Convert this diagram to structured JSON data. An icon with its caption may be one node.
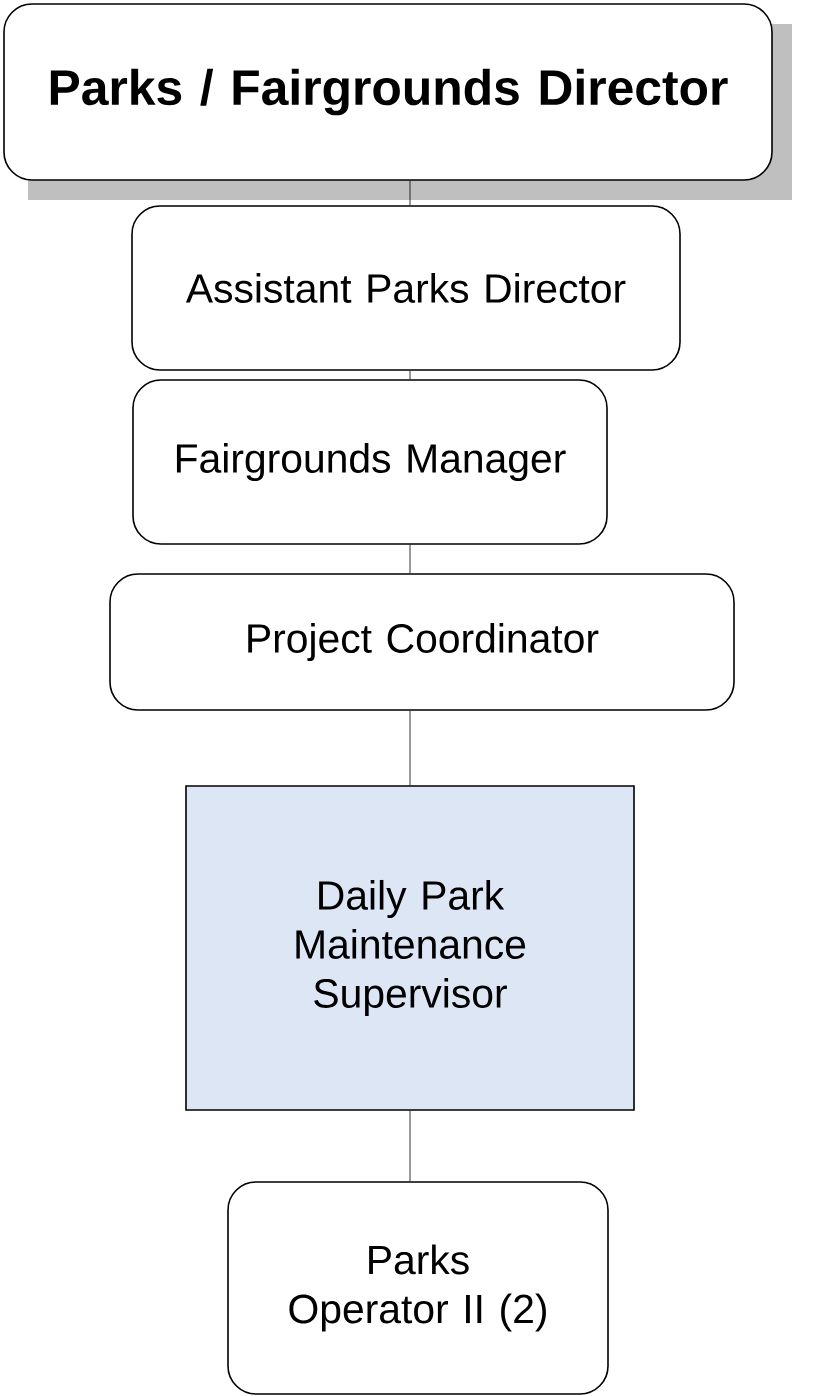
{
  "diagram": {
    "nodes": [
      {
        "text": [
          "Parks / Fairgrounds Director"
        ]
      },
      {
        "text": [
          "Assistant Parks Director"
        ]
      },
      {
        "text": [
          "Fairgrounds Manager"
        ]
      },
      {
        "text": [
          "Project Coordinator"
        ]
      },
      {
        "text": [
          "Daily Park Maintenance Supervisor"
        ]
      },
      {
        "text": [
          "Parks Operator II (2)"
        ]
      }
    ],
    "edges": [
      {
        "from": 0,
        "to": 1,
        "arrow": "none"
      },
      {
        "from": 1,
        "to": 2,
        "arrow": "none"
      },
      {
        "from": 2,
        "to": 3,
        "arrow": "none"
      },
      {
        "from": 3,
        "to": 4,
        "arrow": "none"
      },
      {
        "from": 4,
        "to": 5,
        "arrow": "none"
      }
    ]
  }
}
